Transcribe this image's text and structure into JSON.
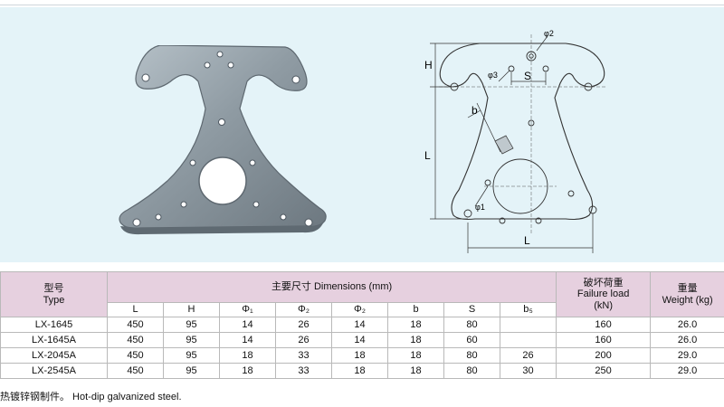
{
  "table": {
    "col_type_cn": "型号",
    "col_type_en": "Type",
    "col_dimensions": "主要尺寸 Dimensions (mm)",
    "col_failure_cn": "破坏荷重",
    "col_failure_en": "Failure load",
    "col_failure_unit": "(kN)",
    "col_weight_cn": "重量",
    "col_weight_en": "Weight (kg)",
    "sub_headers": [
      "L",
      "H",
      "Φ₁",
      "Φ₂",
      "Φ₂",
      "b",
      "S",
      "b₅"
    ],
    "rows": [
      {
        "type": "LX-1645",
        "L": "450",
        "H": "95",
        "p1": "14",
        "p2": "26",
        "p3": "14",
        "b": "18",
        "S": "80",
        "b5": "",
        "load": "160",
        "weight": "26.0"
      },
      {
        "type": "LX-1645A",
        "L": "450",
        "H": "95",
        "p1": "14",
        "p2": "26",
        "p3": "14",
        "b": "18",
        "S": "60",
        "b5": "",
        "load": "160",
        "weight": "26.0"
      },
      {
        "type": "LX-2045A",
        "L": "450",
        "H": "95",
        "p1": "18",
        "p2": "33",
        "p3": "18",
        "b": "18",
        "S": "80",
        "b5": "26",
        "load": "200",
        "weight": "29.0"
      },
      {
        "type": "LX-2545A",
        "L": "450",
        "H": "95",
        "p1": "18",
        "p2": "33",
        "p3": "18",
        "b": "18",
        "S": "80",
        "b5": "30",
        "load": "250",
        "weight": "29.0"
      }
    ]
  },
  "drawing_labels": {
    "H": "H",
    "L_side": "L",
    "L_bottom": "L",
    "S": "S",
    "b": "b",
    "phi1": "φ1",
    "phi2": "φ2",
    "phi3": "φ3"
  },
  "footnote": "热镀锌钢制件。 Hot-dip galvanized steel.",
  "colors": {
    "figure_background": "#e4f3f8",
    "table_header": "#e6d0df",
    "plate_steel": "#8f9ba3"
  },
  "icons": {
    "photo": "yoke-plate-photo",
    "drawing": "yoke-plate-technical-drawing"
  }
}
